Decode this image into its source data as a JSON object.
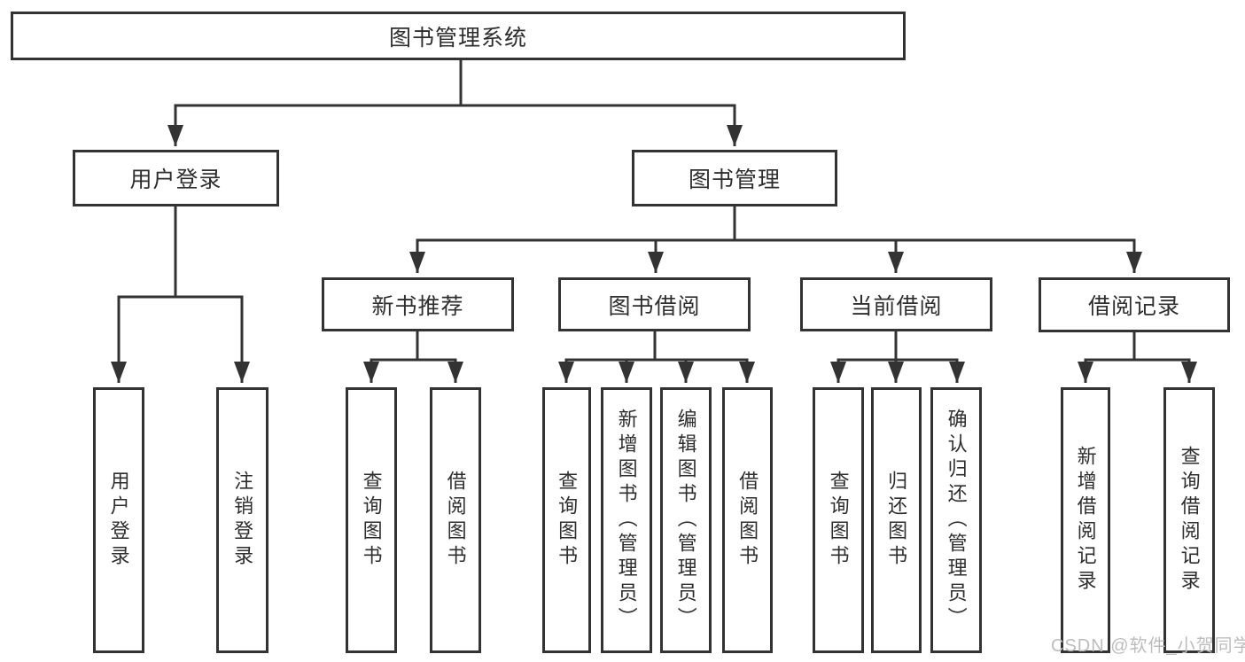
{
  "diagram": {
    "title": "图书管理系统",
    "nodes": {
      "root": "图书管理系统",
      "user_login_branch": "用户登录",
      "book_management_branch": "图书管理",
      "new_book_recommend": "新书推荐",
      "book_borrowing": "图书借阅",
      "current_borrowing": "当前借阅",
      "borrowing_records": "借阅记录",
      "leaf_user_login": "用户登录",
      "leaf_logout": "注销登录",
      "nbr_query_books": "查询图书",
      "nbr_borrow_books": "借阅图书",
      "bb_query_books": "查询图书",
      "bb_add_books_admin": "新增图书（管理员）",
      "bb_edit_books_admin": "编辑图书（管理员）",
      "bb_borrow_books": "借阅图书",
      "cb_query_books": "查询图书",
      "cb_return_books": "归还图书",
      "cb_confirm_return_admin": "确认归还（管理员）",
      "br_add_record": "新增借阅记录",
      "br_query_record": "查询借阅记录"
    },
    "hierarchy": {
      "图书管理系统": [
        "用户登录",
        "图书管理"
      ],
      "用户登录": [
        "用户登录",
        "注销登录"
      ],
      "图书管理": [
        "新书推荐",
        "图书借阅",
        "当前借阅",
        "借阅记录"
      ],
      "新书推荐": [
        "查询图书",
        "借阅图书"
      ],
      "图书借阅": [
        "查询图书",
        "新增图书（管理员）",
        "编辑图书（管理员）",
        "借阅图书"
      ],
      "当前借阅": [
        "查询图书",
        "归还图书",
        "确认归还（管理员）"
      ],
      "借阅记录": [
        "新增借阅记录",
        "查询借阅记录"
      ]
    },
    "colors": {
      "line": "#333333",
      "text": "#2e2e2e",
      "box_fill": "#ffffff",
      "background": "#ffffff",
      "watermark": "#bdbdbd"
    }
  },
  "watermark": "CSDN @软件_小贺同学"
}
